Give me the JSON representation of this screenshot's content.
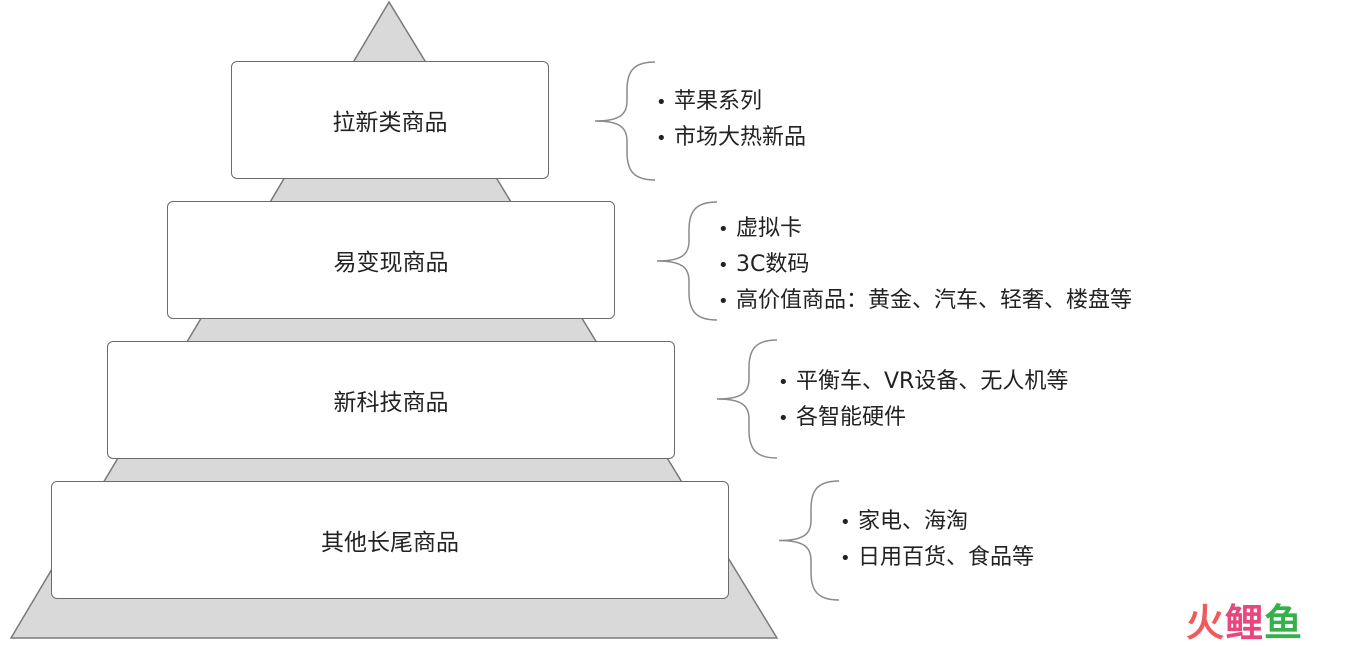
{
  "pyramid": {
    "fill_color": "#d9d9d9",
    "stroke_color": "#7a7a7a",
    "tiers": [
      {
        "label": "拉新类商品",
        "bullets": [
          "苹果系列",
          "市场大热新品"
        ]
      },
      {
        "label": "易变现商品",
        "bullets": [
          "虚拟卡",
          "3C数码",
          "高价值商品：黄金、汽车、轻奢、楼盘等"
        ]
      },
      {
        "label": "新科技商品",
        "bullets": [
          "平衡车、VR设备、无人机等",
          "各智能硬件"
        ]
      },
      {
        "label": "其他长尾商品",
        "bullets": [
          "家电、海淘",
          "日用百货、食品等"
        ]
      }
    ]
  },
  "bullet_symbol": "•",
  "watermark": {
    "chars": [
      "火",
      "鲤",
      "鱼"
    ],
    "colors": [
      "#f05a5a",
      "#e8467c",
      "#35b04a"
    ]
  }
}
